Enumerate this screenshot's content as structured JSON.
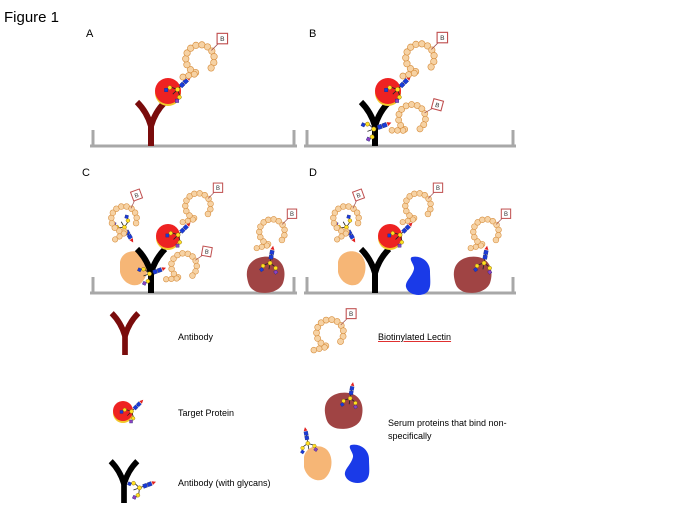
{
  "figure_title": "Figure 1",
  "panels": [
    "A",
    "B",
    "C",
    "D"
  ],
  "biotin_label": "B",
  "legend": {
    "antibody": "Antibody",
    "biotinylated_lectin": "Biotinylated Lectin",
    "target_protein": "Target Protein",
    "serum_proteins": "Serum proteins that bind non-specifically",
    "antibody_with_glycans": "Antibody (with glycans)"
  },
  "colors": {
    "antibody": "#7a0c0c",
    "antibody_glycosylated": "#000000",
    "target_protein": "#ee2222",
    "target_protein_rim": "#f2c82a",
    "lectin_bead": "#f6d2a4",
    "lectin_bead_outline": "#d89040",
    "biotin_box": "#c05050",
    "glycan_square": "#1a3ad8",
    "glycan_circle": "#ffe020",
    "glycan_diamond": "#9040c0",
    "glycan_triangle": "#e02020",
    "serum_peach": "#f6b676",
    "serum_maroon": "#a04444",
    "serum_blue": "#1a3ae8",
    "surface": "#a8a8a8"
  }
}
